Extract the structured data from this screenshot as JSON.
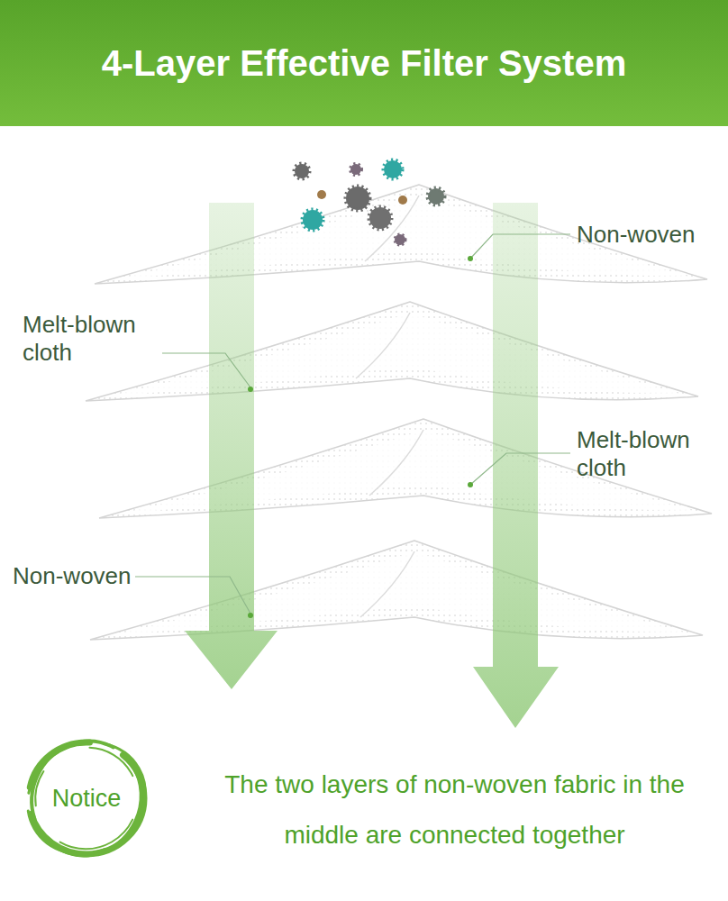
{
  "diagram": {
    "title": "4-Layer Effective Filter System",
    "nodes": [
      {
        "text": [
          "Notice"
        ]
      }
    ],
    "labels": [
      "Non-woven",
      "Melt-blown cloth",
      "Melt-blown cloth",
      "Non-woven",
      "The two layers of non-woven fabric in the middle are connected together"
    ]
  }
}
